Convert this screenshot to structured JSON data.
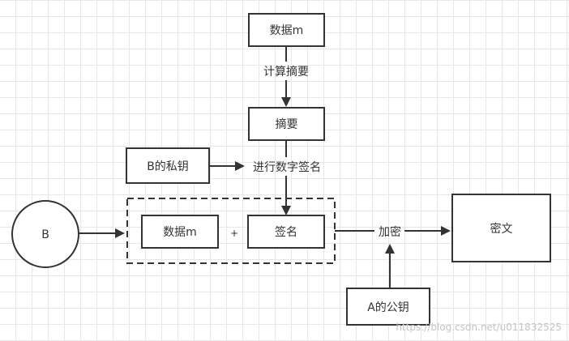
{
  "nodes": {
    "data_m_top": "数据m",
    "digest": "摘要",
    "b_private_key": "B的私钥",
    "b_circle": "B",
    "data_m_inner": "数据m",
    "plus": "+",
    "signature": "签名",
    "ciphertext": "密文",
    "a_public_key": "A的公钥"
  },
  "edges": {
    "compute_digest": "计算摘要",
    "digital_sign": "进行数字签名",
    "encrypt": "加密"
  },
  "watermark": "https://blog.csdn.net/u011832525",
  "colors": {
    "stroke": "#333333",
    "grid": "#e7e7e7",
    "background": "#ffffff"
  }
}
